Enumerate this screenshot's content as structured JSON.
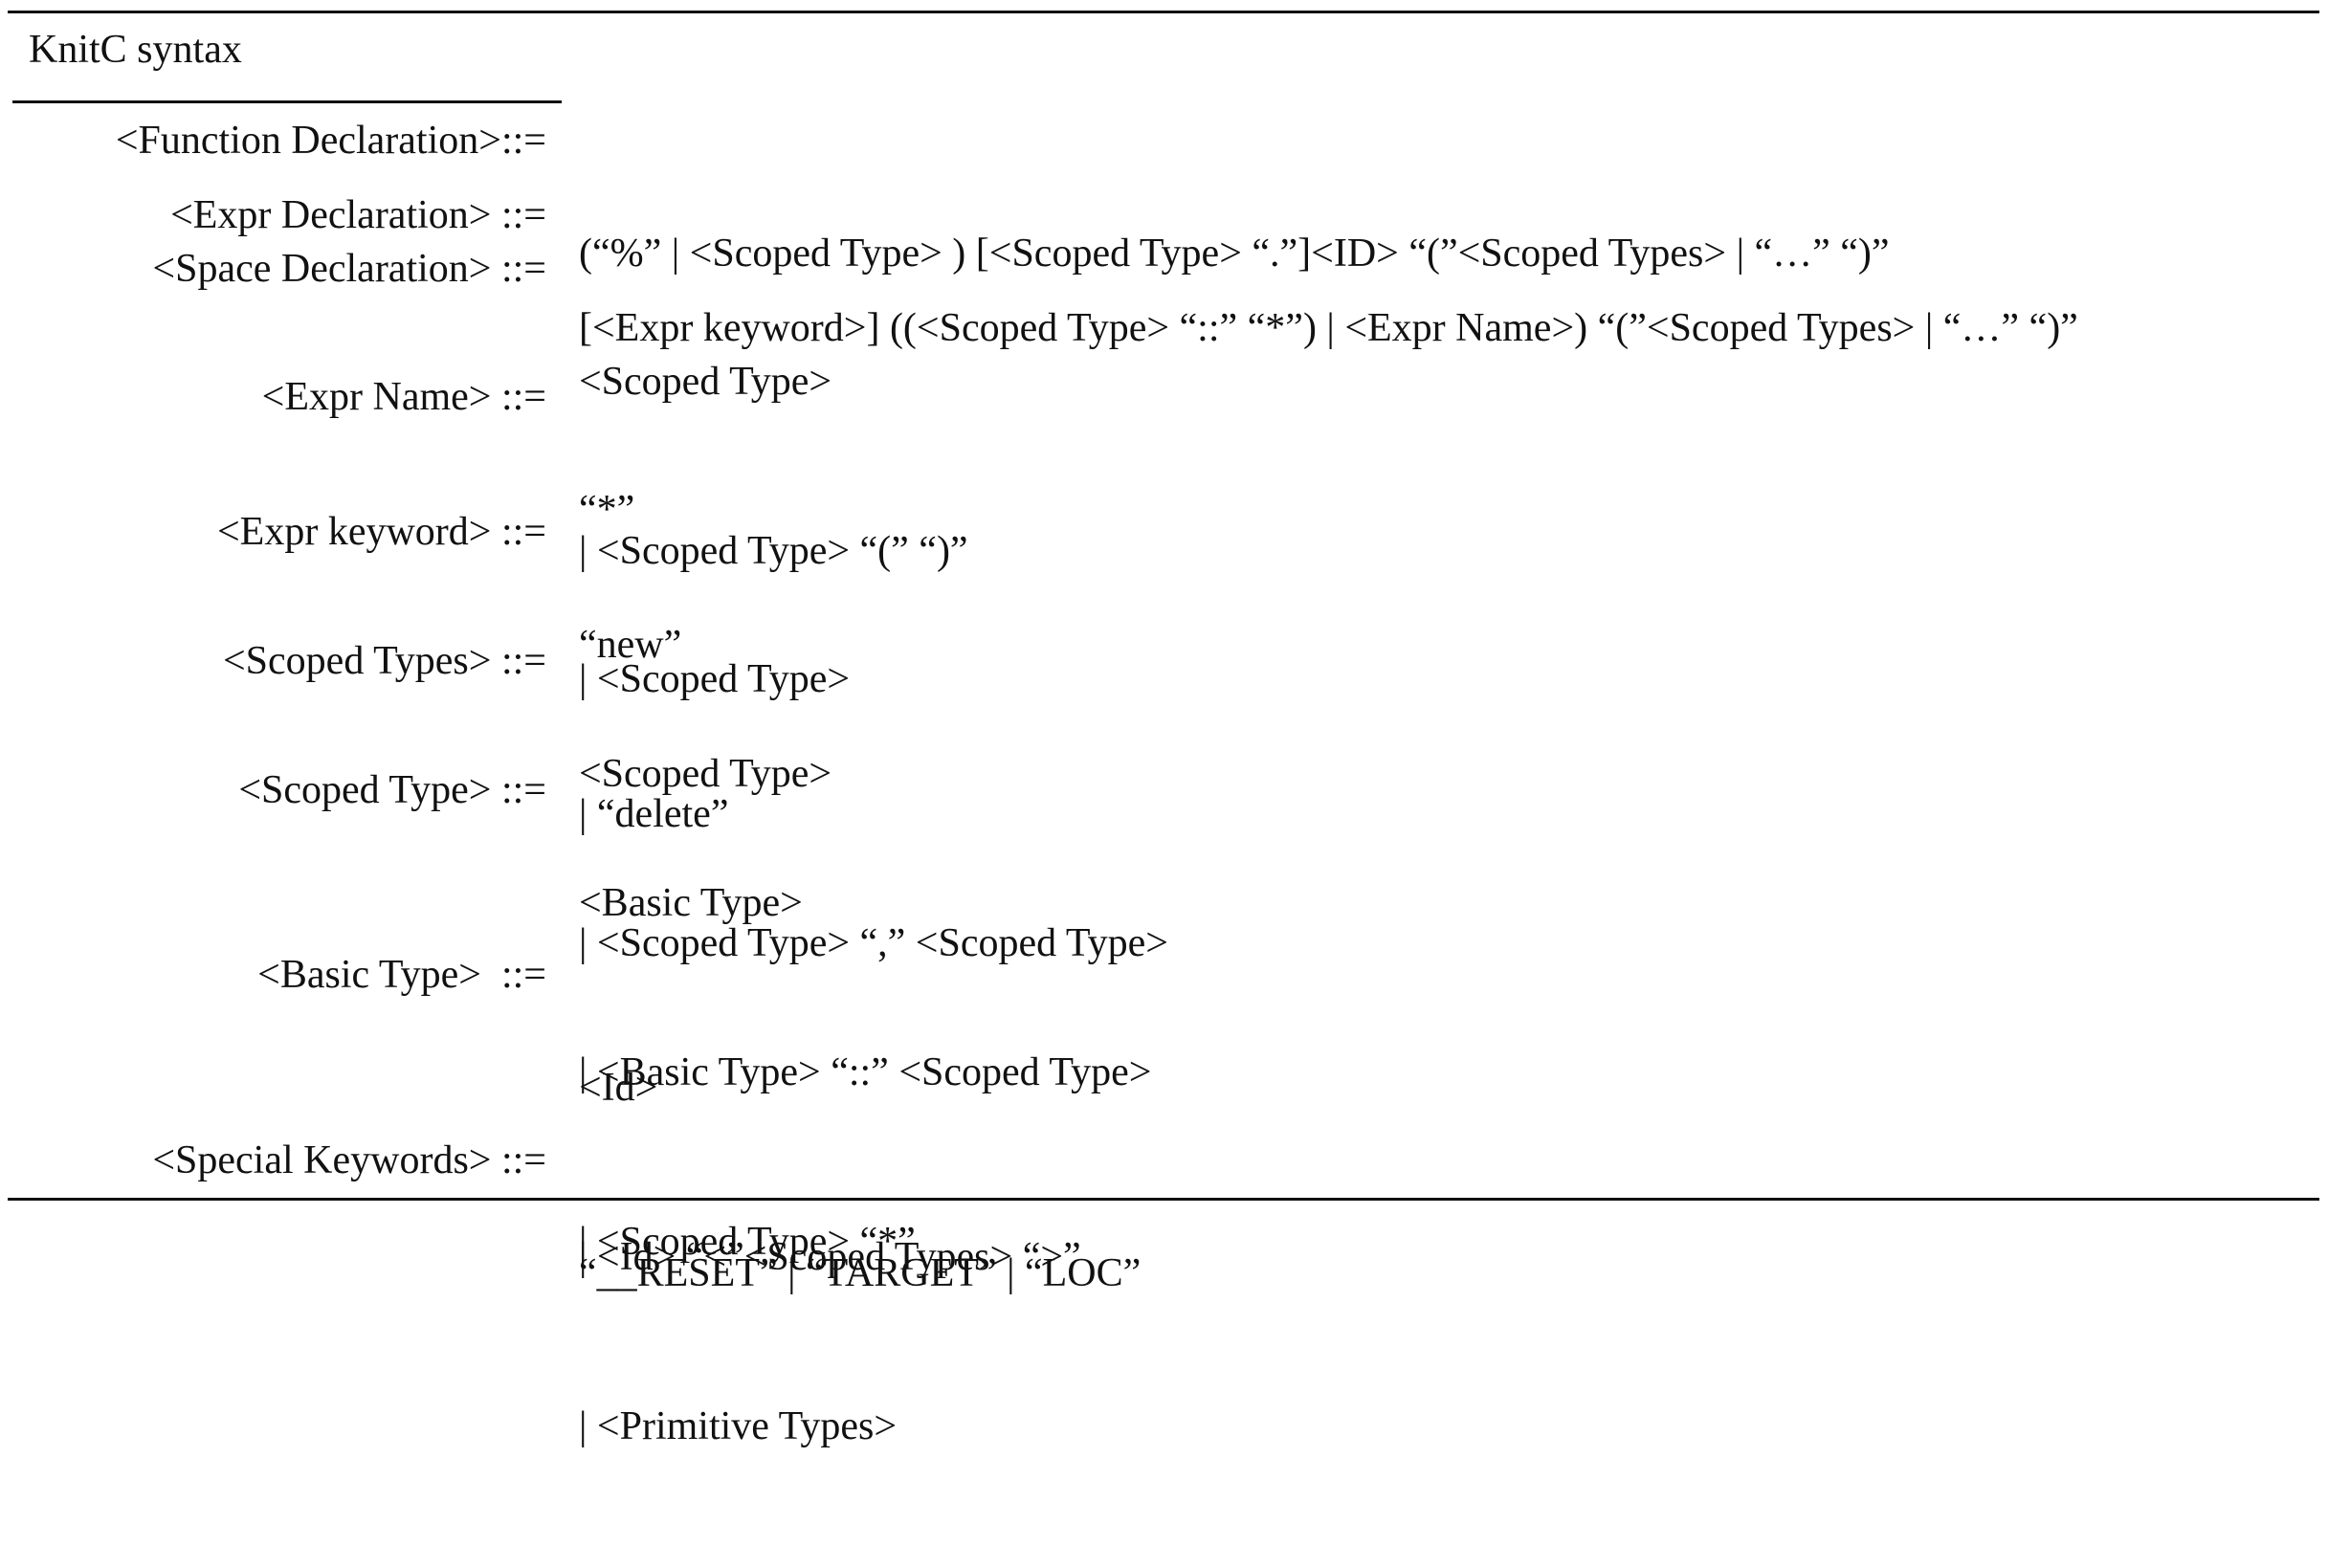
{
  "table": {
    "title": "KnitC syntax",
    "rules": [
      {
        "lhs": "<Function Declaration>::=",
        "alternatives": [
          "(“%” | <Scoped Type> ) [<Scoped Type> “.”]<ID> “(”<Scoped Types> | “…” “)”"
        ]
      },
      {
        "lhs": "<Expr Declaration> ::=",
        "alternatives": [
          "[<Expr keyword>] ((<Scoped Type> “::” “*”) | <Expr Name>) “(”<Scoped Types> | “…” “)”"
        ]
      },
      {
        "lhs": "<Space Declaration> ::=",
        "alternatives": [
          "<Scoped Type>",
          "| <Scoped Type> “(” “)”"
        ]
      },
      {
        "lhs": "<Expr Name> ::=",
        "alternatives": [
          "“*”",
          "| <Scoped Type>"
        ]
      },
      {
        "lhs": "<Expr keyword> ::=",
        "alternatives": [
          "“new”",
          "| “delete”"
        ]
      },
      {
        "lhs": "<Scoped Types> ::=",
        "alternatives": [
          "<Scoped Type>",
          "| <Scoped Type> “,” <Scoped Type>"
        ]
      },
      {
        "lhs": "<Scoped Type> ::=",
        "alternatives": [
          "<Basic Type>",
          "| <Basic Type> “::” <Scoped Type>",
          "| <Scoped Type> “*”"
        ]
      },
      {
        "lhs": "<Basic Type>  ::=",
        "alternatives": [
          "<Id>",
          "| <Id> “<”<Scoped Types> “>”",
          "| <Primitive Types>"
        ]
      },
      {
        "lhs": "<Special Keywords> ::=",
        "alternatives": [
          "“__RESET” | “TARGET” | “LOC”"
        ]
      }
    ]
  }
}
